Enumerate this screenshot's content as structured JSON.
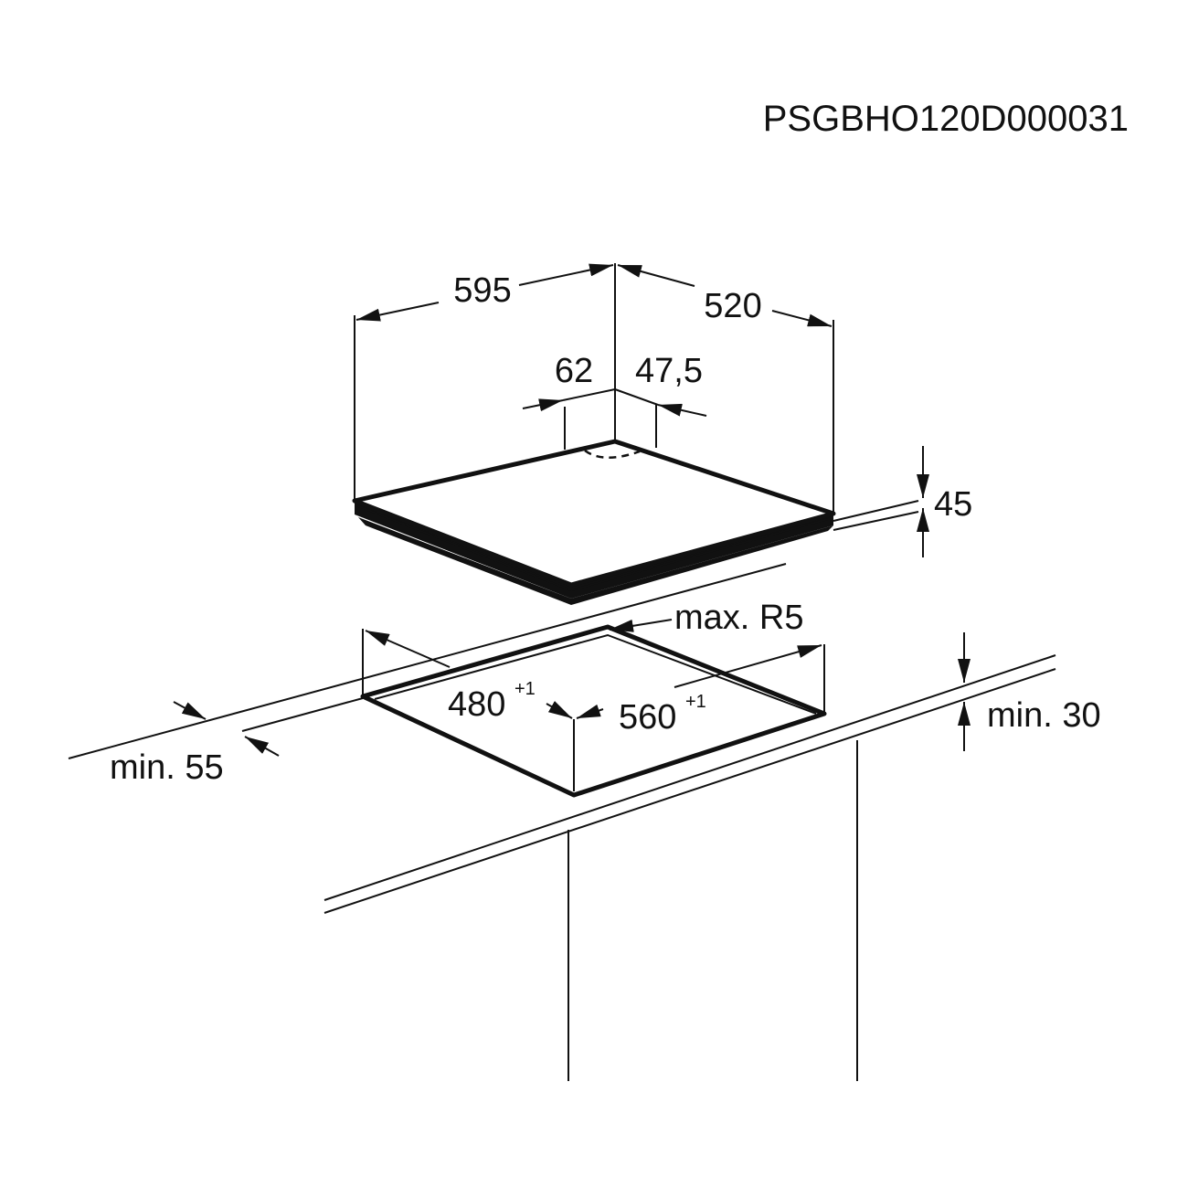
{
  "document_code": "PSGBHO120D000031",
  "hob_dimensions": {
    "width": "595",
    "depth": "520",
    "left_offset": "62",
    "right_offset": "47,5",
    "height": "45"
  },
  "cutout_dimensions": {
    "corner_radius": "max. R5",
    "depth": "480",
    "depth_tolerance": "+1",
    "width": "560",
    "width_tolerance": "+1",
    "min_rear_distance": "min. 55",
    "min_front_distance": "min. 30"
  }
}
